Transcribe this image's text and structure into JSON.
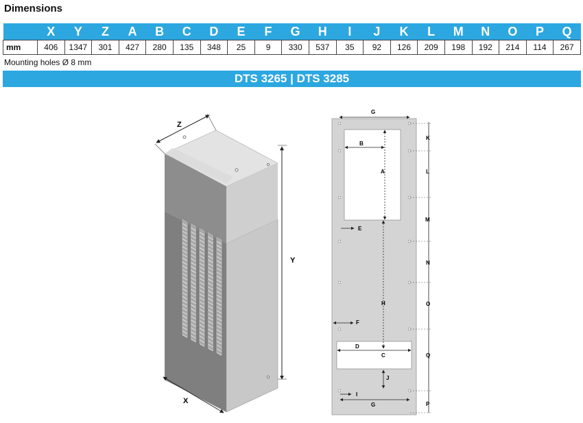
{
  "page": {
    "title": "Dimensions",
    "mounting_note": "Mounting holes Ø 8 mm",
    "model_banner": "DTS 3265 | DTS 3285"
  },
  "table": {
    "unit_label": "mm",
    "columns": [
      "X",
      "Y",
      "Z",
      "A",
      "B",
      "C",
      "D",
      "E",
      "F",
      "G",
      "H",
      "I",
      "J",
      "K",
      "L",
      "M",
      "N",
      "O",
      "P",
      "Q"
    ],
    "values": [
      "406",
      "1347",
      "301",
      "427",
      "280",
      "135",
      "348",
      "25",
      "9",
      "330",
      "537",
      "35",
      "92",
      "126",
      "209",
      "198",
      "192",
      "214",
      "114",
      "267"
    ]
  },
  "drawing": {
    "iso_labels": {
      "z": "Z",
      "y": "Y",
      "x": "X"
    },
    "plan_labels": {
      "g_top": "G",
      "b": "B",
      "a": "A",
      "k": "K",
      "l": "L",
      "e": "E",
      "m": "M",
      "n": "N",
      "h": "H",
      "o": "O",
      "f": "F",
      "d": "D",
      "c": "C",
      "q": "Q",
      "j": "J",
      "i": "I",
      "g_bottom": "G",
      "p": "P"
    }
  },
  "colors": {
    "accent": "#2ca7e0",
    "panel": "#d6d6d6",
    "side": "#c9c9c9",
    "hood": "#8e8e8e"
  }
}
